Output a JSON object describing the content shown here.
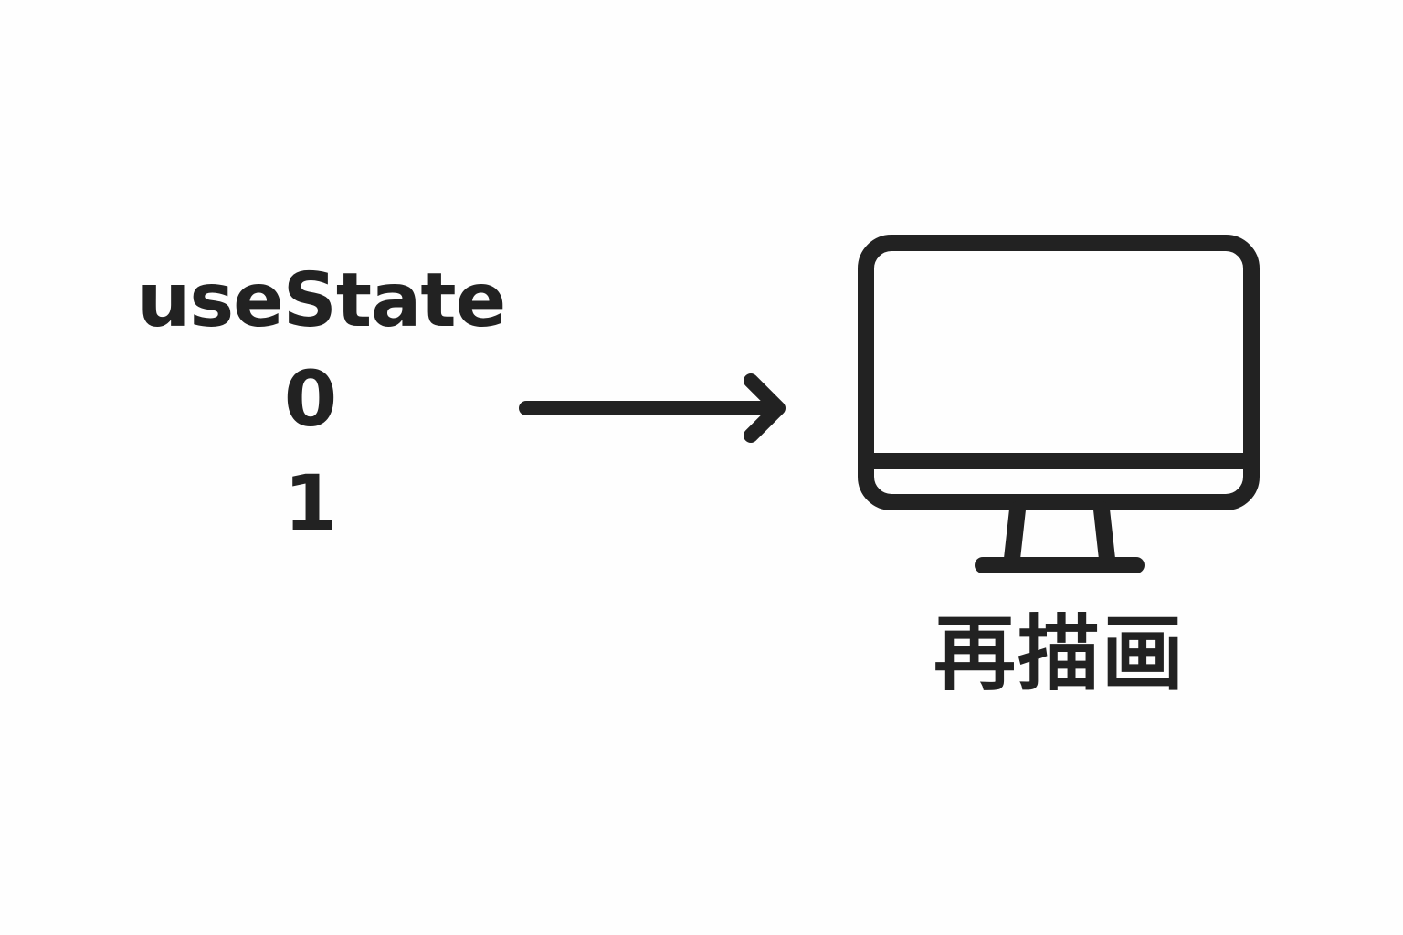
{
  "state": {
    "label": "useState",
    "values": [
      "0",
      "1"
    ]
  },
  "output": {
    "label": "再描画"
  },
  "icons": {
    "arrow": "arrow-right-icon",
    "monitor": "monitor-icon"
  },
  "colors": {
    "ink": "#222222",
    "background": "#fefefe"
  }
}
